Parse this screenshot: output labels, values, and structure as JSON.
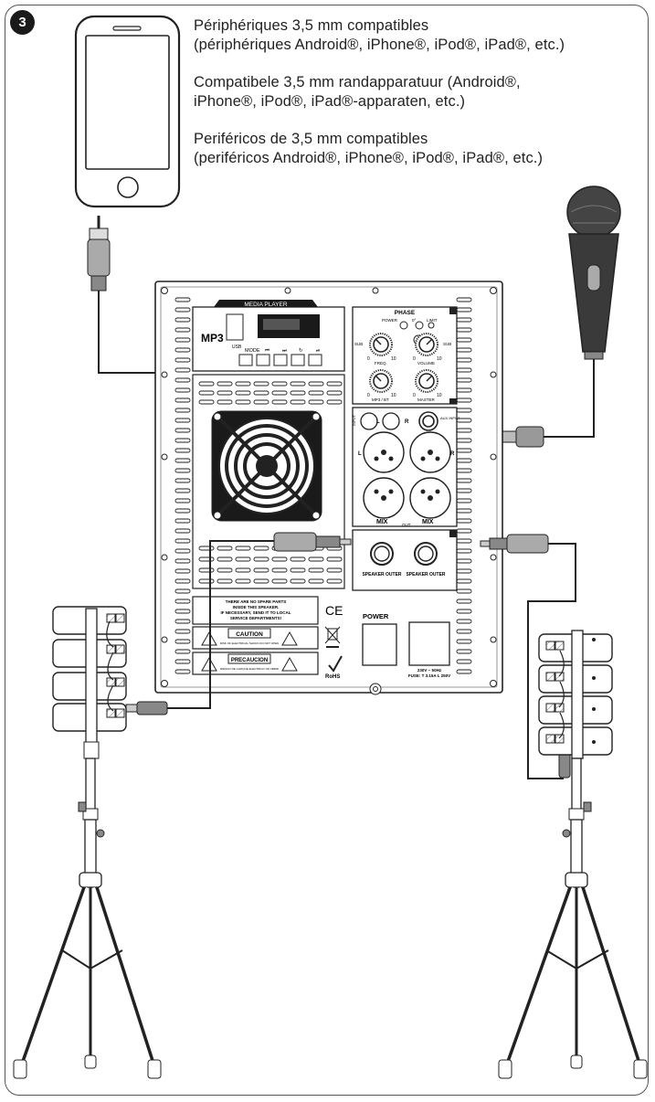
{
  "step_number": "3",
  "captions": {
    "fr": "Périphériques 3,5 mm compatibles\n(périphériques Android®, iPhone®, iPod®, iPad®, etc.)",
    "nl": "Compatibele 3,5 mm randapparatuur (Android®,\niPhone®, iPod®, iPad®-apparaten, etc.)",
    "es": "Periféricos de 3,5 mm compatibles\n(periféricos Android®, iPhone®, iPod®, iPad®, etc.)"
  },
  "panel": {
    "media_player": "MEDIA PLAYER",
    "mp3": "MP3",
    "usb": "USB",
    "buttons": [
      "MODE",
      "⏮",
      "⏭",
      "↻",
      "⏯"
    ],
    "phase": "PHASE",
    "power_led": "POWER",
    "zero_deg": "0°",
    "limit_led": "LIMIT",
    "deg180": "180°",
    "sub": "SUB",
    "freq": "FREQ.",
    "volume": "VOLUME",
    "mp3_bt": "MP3 / BT",
    "master": "MASTER",
    "input": "INPUT",
    "l": "L",
    "r": "R",
    "aux_input": "AUX INPUT",
    "mix": "MIX",
    "out": "OUT",
    "speaker_outer": "SPEAKER OUTER",
    "warning_lines": [
      "THERE ARE NO SPARE PARTS",
      "INSIDE THIS SPEAKER.",
      "IF NECESSARY, SEND IT TO LOCAL",
      "SERVICE DEPARTMENTS!"
    ],
    "caution": "CAUTION",
    "caution_sub": "RISK OF ELECTRICAL SHOCK DO NOT OPEN",
    "precaucion": "PRECAUCION",
    "precaucion_sub": "RIESGO DE CHOQUE ELECTRICO NO ABRIR",
    "ce": "CE",
    "rohs": "RoHS",
    "power": "POWER",
    "rating": "230V ~ 50Hz",
    "fuse": "FUSE: T 3.15A L 250V",
    "knob_min": "0",
    "knob_max": "10"
  }
}
